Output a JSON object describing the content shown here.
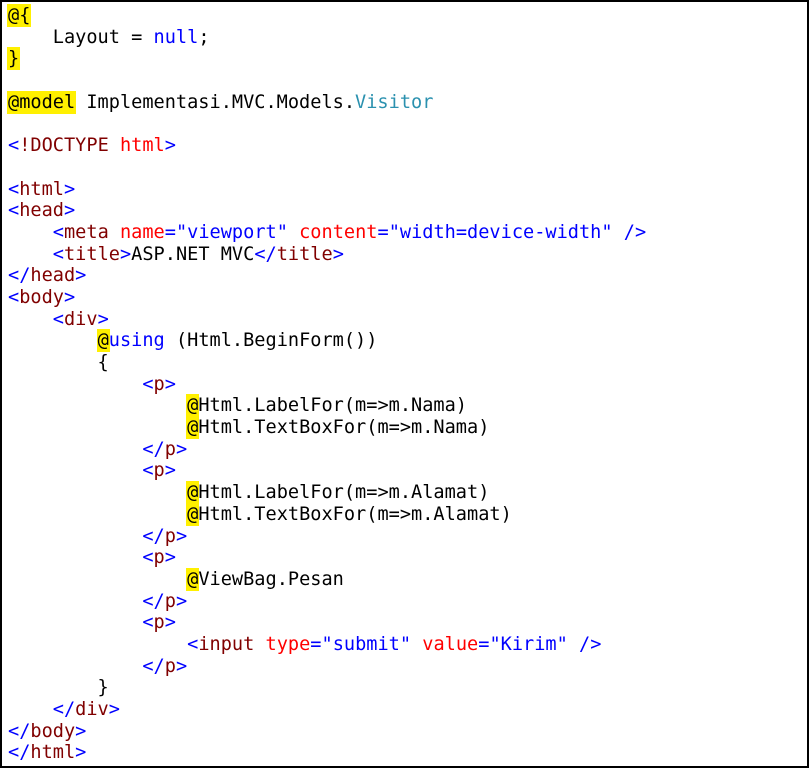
{
  "palette": {
    "background": "#FFFFFF",
    "border": "#000000",
    "text": "#000000",
    "blue": "#0000FF",
    "tag": "#800000",
    "attr": "#FF0000",
    "type": "#2B91AF",
    "razor_highlight": "#FFF000"
  },
  "editor": {
    "language": "Razor cshtml",
    "lines": [
      {
        "s": [
          {
            "t": "@{",
            "c": "razor"
          }
        ]
      },
      {
        "s": [
          {
            "t": "    Layout = "
          },
          {
            "t": "null",
            "c": "blue"
          },
          {
            "t": ";"
          }
        ]
      },
      {
        "s": [
          {
            "t": "}",
            "c": "razor"
          }
        ]
      },
      {
        "s": []
      },
      {
        "s": [
          {
            "t": "@model",
            "c": "razor"
          },
          {
            "t": " Implementasi.MVC.Models."
          },
          {
            "t": "Visitor",
            "c": "type"
          }
        ]
      },
      {
        "s": []
      },
      {
        "s": [
          {
            "t": "<",
            "c": "blue"
          },
          {
            "t": "!DOCTYPE",
            "c": "tag"
          },
          {
            "t": " "
          },
          {
            "t": "html",
            "c": "attr"
          },
          {
            "t": ">",
            "c": "blue"
          }
        ]
      },
      {
        "s": []
      },
      {
        "s": [
          {
            "t": "<",
            "c": "blue"
          },
          {
            "t": "html",
            "c": "tag"
          },
          {
            "t": ">",
            "c": "blue"
          }
        ]
      },
      {
        "s": [
          {
            "t": "<",
            "c": "blue"
          },
          {
            "t": "head",
            "c": "tag"
          },
          {
            "t": ">",
            "c": "blue"
          }
        ]
      },
      {
        "s": [
          {
            "t": "    "
          },
          {
            "t": "<",
            "c": "blue"
          },
          {
            "t": "meta",
            "c": "tag"
          },
          {
            "t": " "
          },
          {
            "t": "name",
            "c": "attr"
          },
          {
            "t": "=",
            "c": "blue"
          },
          {
            "t": "\"viewport\"",
            "c": "blue"
          },
          {
            "t": " "
          },
          {
            "t": "content",
            "c": "attr"
          },
          {
            "t": "=",
            "c": "blue"
          },
          {
            "t": "\"width=device-width\"",
            "c": "blue"
          },
          {
            "t": " "
          },
          {
            "t": "/>",
            "c": "blue"
          }
        ]
      },
      {
        "s": [
          {
            "t": "    "
          },
          {
            "t": "<",
            "c": "blue"
          },
          {
            "t": "title",
            "c": "tag"
          },
          {
            "t": ">",
            "c": "blue"
          },
          {
            "t": "ASP.NET MVC"
          },
          {
            "t": "</",
            "c": "blue"
          },
          {
            "t": "title",
            "c": "tag"
          },
          {
            "t": ">",
            "c": "blue"
          }
        ]
      },
      {
        "s": [
          {
            "t": "</",
            "c": "blue"
          },
          {
            "t": "head",
            "c": "tag"
          },
          {
            "t": ">",
            "c": "blue"
          }
        ]
      },
      {
        "s": [
          {
            "t": "<",
            "c": "blue"
          },
          {
            "t": "body",
            "c": "tag"
          },
          {
            "t": ">",
            "c": "blue"
          }
        ]
      },
      {
        "s": [
          {
            "t": "    "
          },
          {
            "t": "<",
            "c": "blue"
          },
          {
            "t": "div",
            "c": "tag"
          },
          {
            "t": ">",
            "c": "blue"
          }
        ]
      },
      {
        "s": [
          {
            "t": "        "
          },
          {
            "t": "@",
            "c": "razor"
          },
          {
            "t": "using",
            "c": "blue"
          },
          {
            "t": " (Html.BeginForm())"
          }
        ]
      },
      {
        "s": [
          {
            "t": "        {"
          }
        ]
      },
      {
        "s": [
          {
            "t": "            "
          },
          {
            "t": "<",
            "c": "blue"
          },
          {
            "t": "p",
            "c": "tag"
          },
          {
            "t": ">",
            "c": "blue"
          }
        ]
      },
      {
        "s": [
          {
            "t": "                "
          },
          {
            "t": "@",
            "c": "razor"
          },
          {
            "t": "Html.LabelFor(m=>m.Nama)"
          }
        ]
      },
      {
        "s": [
          {
            "t": "                "
          },
          {
            "t": "@",
            "c": "razor"
          },
          {
            "t": "Html.TextBoxFor(m=>m.Nama)"
          }
        ]
      },
      {
        "s": [
          {
            "t": "            "
          },
          {
            "t": "</",
            "c": "blue"
          },
          {
            "t": "p",
            "c": "tag"
          },
          {
            "t": ">",
            "c": "blue"
          }
        ]
      },
      {
        "s": [
          {
            "t": "            "
          },
          {
            "t": "<",
            "c": "blue"
          },
          {
            "t": "p",
            "c": "tag"
          },
          {
            "t": ">",
            "c": "blue"
          }
        ]
      },
      {
        "s": [
          {
            "t": "                "
          },
          {
            "t": "@",
            "c": "razor"
          },
          {
            "t": "Html.LabelFor(m=>m.Alamat)"
          }
        ]
      },
      {
        "s": [
          {
            "t": "                "
          },
          {
            "t": "@",
            "c": "razor"
          },
          {
            "t": "Html.TextBoxFor(m=>m.Alamat)"
          }
        ]
      },
      {
        "s": [
          {
            "t": "            "
          },
          {
            "t": "</",
            "c": "blue"
          },
          {
            "t": "p",
            "c": "tag"
          },
          {
            "t": ">",
            "c": "blue"
          }
        ]
      },
      {
        "s": [
          {
            "t": "            "
          },
          {
            "t": "<",
            "c": "blue"
          },
          {
            "t": "p",
            "c": "tag"
          },
          {
            "t": ">",
            "c": "blue"
          }
        ]
      },
      {
        "s": [
          {
            "t": "                "
          },
          {
            "t": "@",
            "c": "razor"
          },
          {
            "t": "ViewBag.Pesan"
          }
        ]
      },
      {
        "s": [
          {
            "t": "            "
          },
          {
            "t": "</",
            "c": "blue"
          },
          {
            "t": "p",
            "c": "tag"
          },
          {
            "t": ">",
            "c": "blue"
          }
        ]
      },
      {
        "s": [
          {
            "t": "            "
          },
          {
            "t": "<",
            "c": "blue"
          },
          {
            "t": "p",
            "c": "tag"
          },
          {
            "t": ">",
            "c": "blue"
          }
        ]
      },
      {
        "s": [
          {
            "t": "                "
          },
          {
            "t": "<",
            "c": "blue"
          },
          {
            "t": "input",
            "c": "tag"
          },
          {
            "t": " "
          },
          {
            "t": "type",
            "c": "attr"
          },
          {
            "t": "=",
            "c": "blue"
          },
          {
            "t": "\"submit\"",
            "c": "blue"
          },
          {
            "t": " "
          },
          {
            "t": "value",
            "c": "attr"
          },
          {
            "t": "=",
            "c": "blue"
          },
          {
            "t": "\"Kirim\"",
            "c": "blue"
          },
          {
            "t": " "
          },
          {
            "t": "/>",
            "c": "blue"
          }
        ]
      },
      {
        "s": [
          {
            "t": "            "
          },
          {
            "t": "</",
            "c": "blue"
          },
          {
            "t": "p",
            "c": "tag"
          },
          {
            "t": ">",
            "c": "blue"
          }
        ]
      },
      {
        "s": [
          {
            "t": "        }"
          }
        ]
      },
      {
        "s": [
          {
            "t": "    "
          },
          {
            "t": "</",
            "c": "blue"
          },
          {
            "t": "div",
            "c": "tag"
          },
          {
            "t": ">",
            "c": "blue"
          }
        ]
      },
      {
        "s": [
          {
            "t": "</",
            "c": "blue"
          },
          {
            "t": "body",
            "c": "tag"
          },
          {
            "t": ">",
            "c": "blue"
          }
        ]
      },
      {
        "s": [
          {
            "t": "</",
            "c": "blue"
          },
          {
            "t": "html",
            "c": "tag"
          },
          {
            "t": ">",
            "c": "blue"
          }
        ]
      }
    ]
  }
}
